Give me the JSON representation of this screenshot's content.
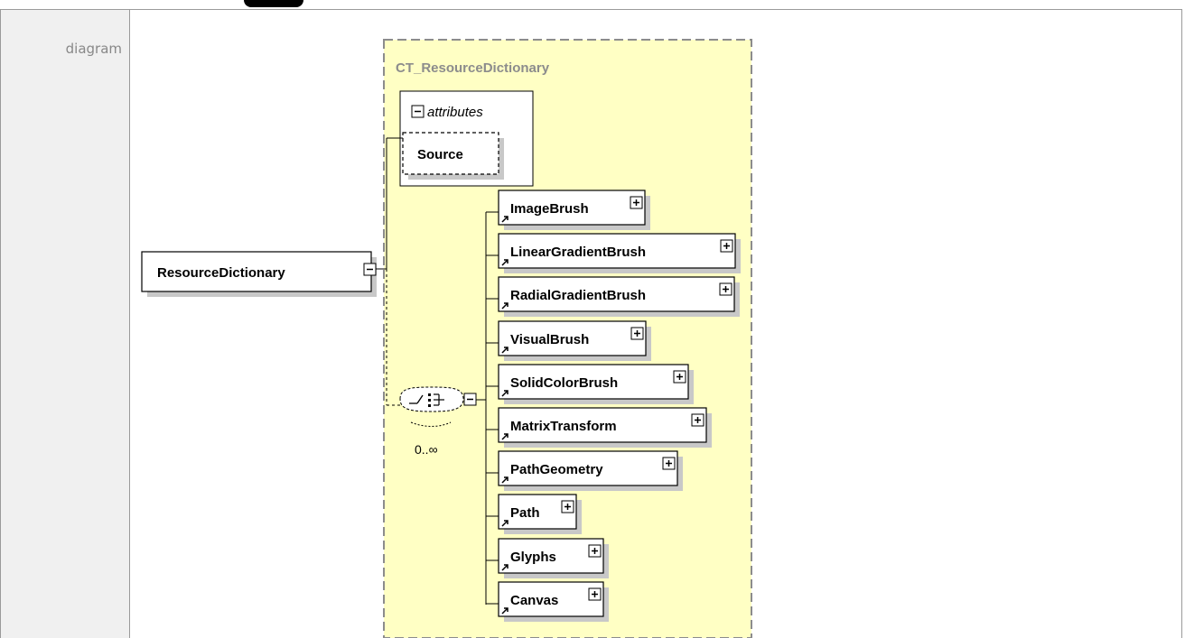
{
  "row": {
    "label": "diagram"
  },
  "diagram": {
    "group_title": "CT_ResourceDictionary",
    "root_element": "ResourceDictionary",
    "attributes_label": "attributes",
    "attribute": "Source",
    "cardinality": "0..∞",
    "children": [
      "ImageBrush",
      "LinearGradientBrush",
      "RadialGradientBrush",
      "VisualBrush",
      "SolidColorBrush",
      "MatrixTransform",
      "PathGeometry",
      "Path",
      "Glyphs",
      "Canvas"
    ],
    "colors": {
      "group_fill": "#ffffc4",
      "group_border": "#8c8c8c",
      "shadow": "#c8c8c8"
    }
  }
}
